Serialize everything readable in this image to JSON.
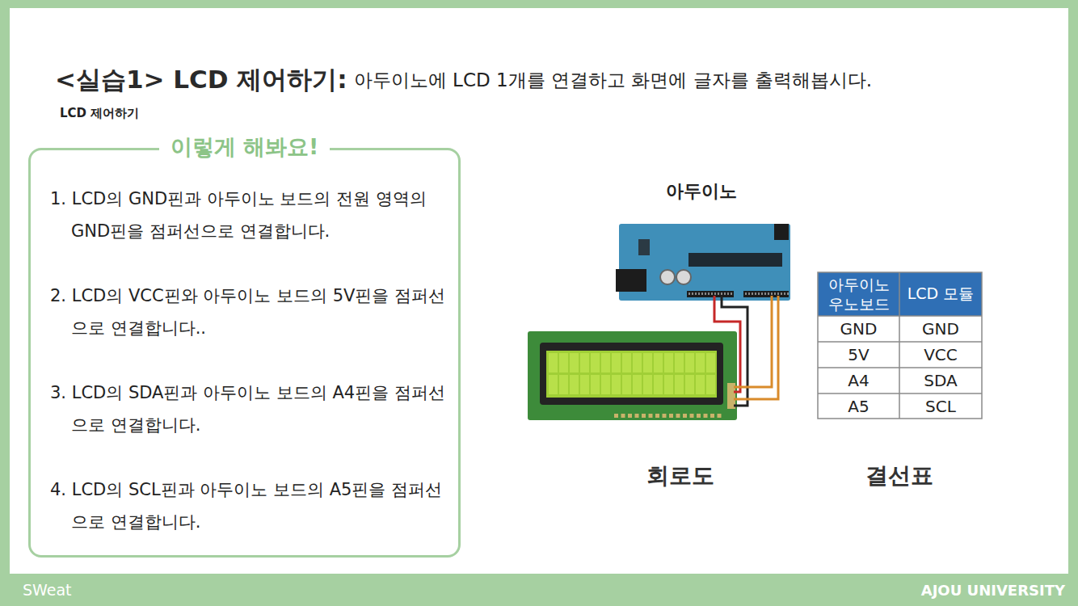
{
  "diagram": {
    "title": "<실습1> LCD 제어하기:",
    "nodes": [
      {
        "text": [
          "이렇게 해봐요!",
          "1. LCD의 GND핀과 아두이노 보드의 전원 영역의 GND핀을 점퍼선으로 연결합니다.",
          "2. LCD의 VCC핀와 아두이노 보드의 5V핀을 점퍼선으로 연결합니다..",
          "3. LCD의 SDA핀과 아두이노 보드의 A4핀을 점퍼선으로 연결합니다.",
          "4. LCD의 SCL핀과 아두이노 보드의 A5핀을 점퍼선으로 연결합니다."
        ]
      }
    ],
    "labels": [
      "아두이노에 LCD 1개를 연결하고 화면에 글자를 출력해봅시다.",
      "LCD 제어하기",
      "아두이노",
      "아두이노 우노보드",
      "LCD 모듈",
      "GND",
      "GND",
      "5V",
      "VCC",
      "A4",
      "SDA",
      "A5",
      "SCL",
      "회로도",
      "결선표",
      "SWeat",
      "AJOU UNIVERSITY"
    ]
  }
}
